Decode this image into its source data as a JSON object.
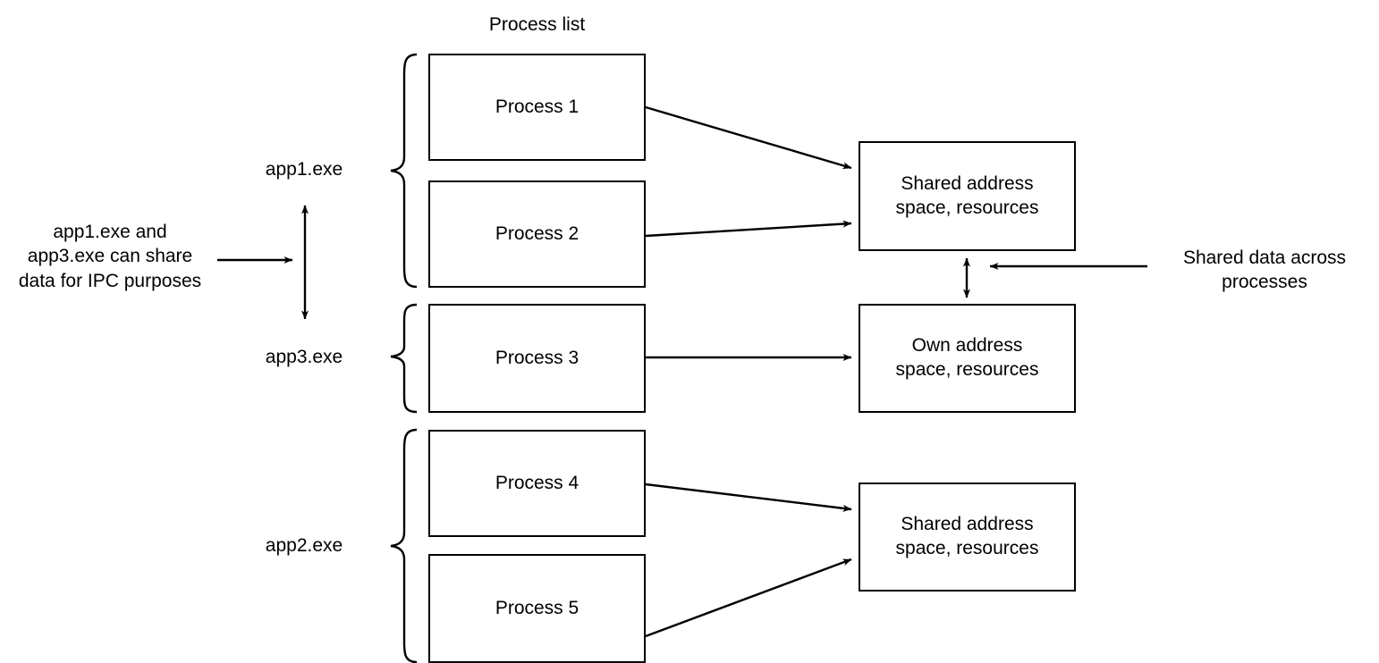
{
  "diagram": {
    "title": "Process list",
    "process_boxes": [
      {
        "label": "Process 1"
      },
      {
        "label": "Process 2"
      },
      {
        "label": "Process 3"
      },
      {
        "label": "Process 4"
      },
      {
        "label": "Process 5"
      }
    ],
    "app_labels": [
      {
        "label": "app1.exe"
      },
      {
        "label": "app3.exe"
      },
      {
        "label": "app2.exe"
      }
    ],
    "memory_boxes": [
      {
        "label": "Shared address\nspace, resources"
      },
      {
        "label": "Own address\nspace, resources"
      },
      {
        "label": "Shared address\nspace, resources"
      }
    ],
    "annotations": [
      {
        "label": "app1.exe and\napp3.exe can share\ndata for IPC purposes"
      },
      {
        "label": "Shared data across\nprocesses"
      }
    ],
    "colors": {
      "stroke": "#000000",
      "fill": "#ffffff",
      "text": "#000000"
    }
  }
}
